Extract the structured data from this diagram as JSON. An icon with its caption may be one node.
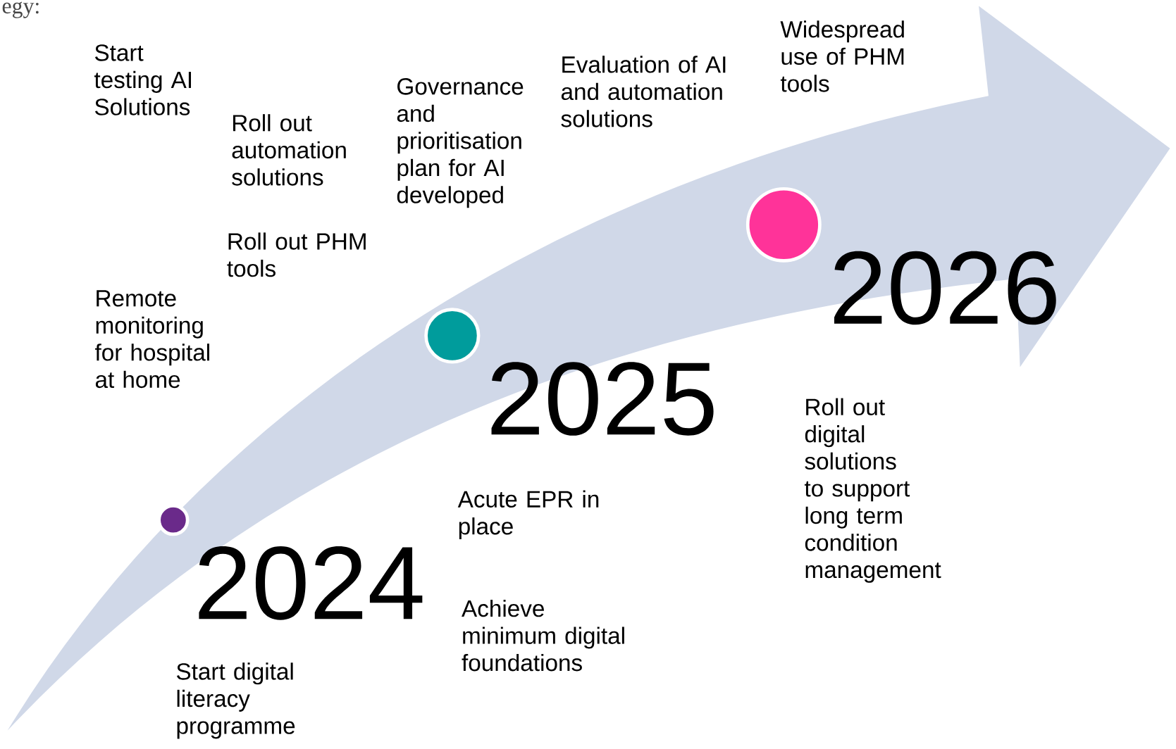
{
  "diagram": {
    "nodes": [
      {
        "text": [],
        "shape": "circle",
        "beside": [
          "2024"
        ]
      },
      {
        "text": [],
        "shape": "circle",
        "beside": [
          "2025"
        ]
      },
      {
        "text": [],
        "shape": "circle",
        "beside": [
          "2026"
        ]
      }
    ],
    "labels": [
      "egy:",
      "Widespread use of PHM tools",
      "Start testing AI Solutions",
      "Evaluation of AI and automation solutions",
      "Governance and prioritisation plan for AI developed",
      "Roll out automation solutions",
      "Roll out PHM tools",
      "Remote monitoring for hospital at home",
      "Roll out digital solutions to support long term condition management",
      "Acute EPR in place",
      "Achieve minimum digital foundations",
      "Start digital literacy programme"
    ]
  }
}
